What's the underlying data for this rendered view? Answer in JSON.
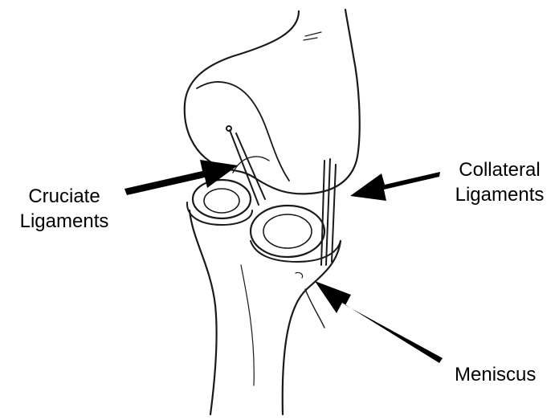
{
  "labels": {
    "cruciate": {
      "line1": "Cruciate",
      "line2": "Ligaments"
    },
    "collateral": {
      "line1": "Collateral",
      "line2": "Ligaments"
    },
    "meniscus": "Meniscus"
  },
  "colors": {
    "ink": "#000000",
    "sketch": "#1a1a1a",
    "background": "#ffffff"
  }
}
